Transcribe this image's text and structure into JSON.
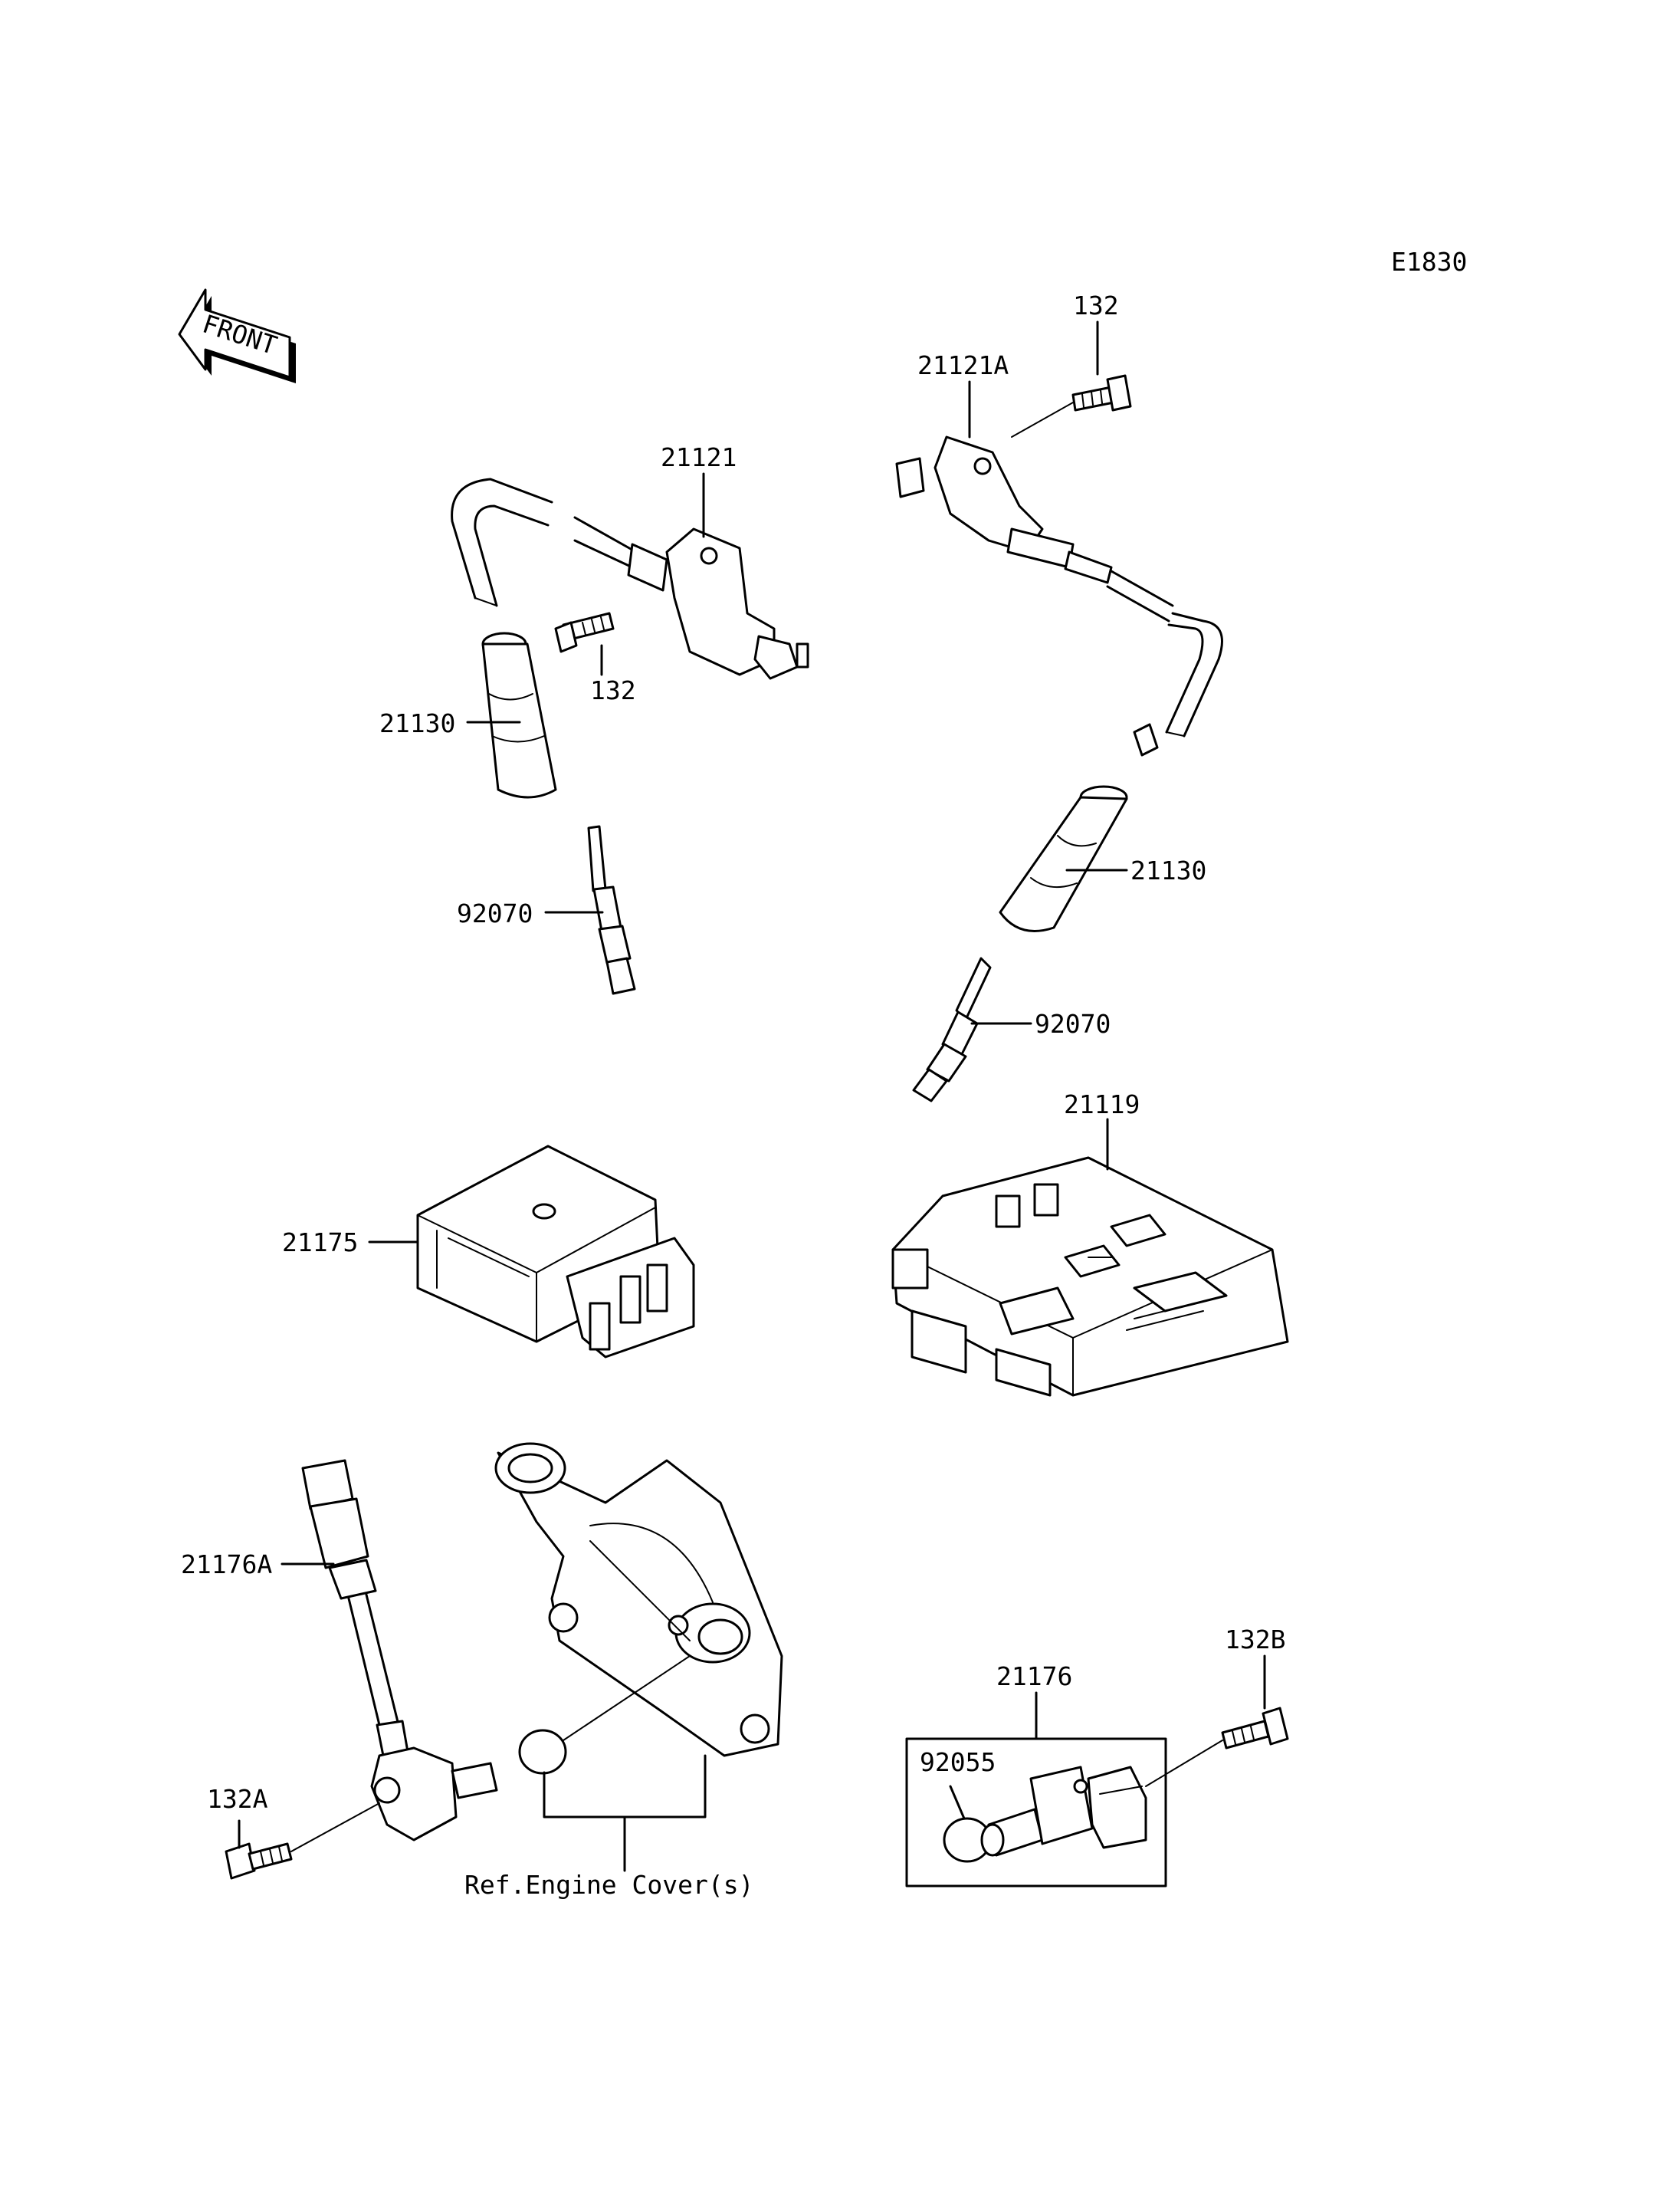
{
  "diagram_code": "E1830",
  "front_arrow_text": "FRONT",
  "labels": {
    "coil_left": "21121",
    "coil_right": "21121A",
    "bolt_top_right": "132",
    "bolt_left": "132",
    "cap_left": "21130",
    "cap_right": "21130",
    "plug_left": "92070",
    "plug_right": "92070",
    "ecu": "21119",
    "igniter": "21175",
    "sensor_harness": "21176A",
    "bolt_132a": "132A",
    "bolt_132b": "132B",
    "sensor_assembly": "21176",
    "o_ring": "92055",
    "engine_cover_ref": "Ref.Engine Cover(s)"
  }
}
